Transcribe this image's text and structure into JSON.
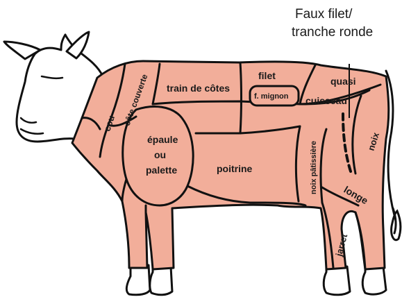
{
  "colors": {
    "meat": "#f2ae9a",
    "outline": "#111111",
    "hide": "#ffffff",
    "background": "#ffffff"
  },
  "callout": {
    "line1": "Faux filet/",
    "line2": "tranche ronde"
  },
  "cuts": {
    "cou": "cou",
    "cote_couverte": "côte couverte",
    "train_de_cotes": "train de côtes",
    "filet": "filet",
    "f_mignon": "f. mignon",
    "quasi": "quasi",
    "cuisseau": "cuisseau",
    "noix": "noix",
    "epaule_1": "épaule",
    "epaule_2": "ou",
    "epaule_3": "palette",
    "poitrine": "poitrine",
    "noix_patissiere": "noix pâtissière",
    "longe": "longe",
    "jarret": "jarret"
  }
}
